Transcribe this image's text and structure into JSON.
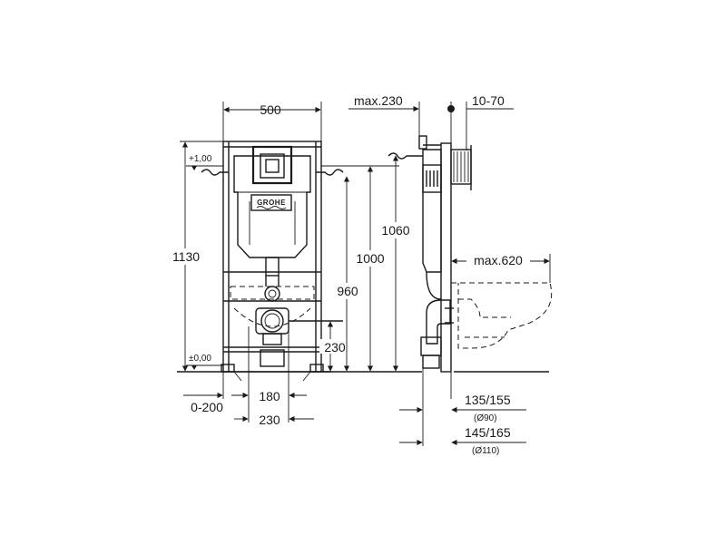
{
  "brand": {
    "logo_text": "GROHE"
  },
  "front_view": {
    "width_label": "500",
    "height_label": "1130",
    "level_top_label": "+1,00",
    "level_bottom_label": "±0,00",
    "pipe_spacing_label": "180",
    "pipe_outer_label": "230",
    "offset_label": "0-200",
    "drain_height_label": "230",
    "height_960_label": "960",
    "height_1000_label": "1000",
    "height_1060_label": "1060"
  },
  "side_view": {
    "depth_label": "max.230",
    "wall_label": "10-70",
    "projection_label": "max.620",
    "dim_a_label": "135/155",
    "dim_a_sub": "(Ø90)",
    "dim_b_label": "145/165",
    "dim_b_sub": "(Ø110)"
  },
  "colors": {
    "line": "#1a1a1a",
    "background": "#ffffff"
  }
}
